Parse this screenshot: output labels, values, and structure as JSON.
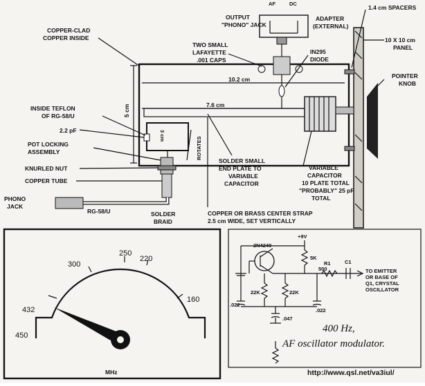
{
  "assembly": {
    "output_jack": [
      "OUTPUT",
      "\"PHONO\" JACK"
    ],
    "adapter": [
      "ADAPTER",
      "(EXTERNAL)"
    ],
    "af": "AF",
    "dc": "DC",
    "spacers": "1.4 cm SPACERS",
    "panel": [
      "10 X 10 cm",
      "PANEL"
    ],
    "copper_clad": [
      "COPPER-CLAD",
      "COPPER INSIDE"
    ],
    "caps": [
      "TWO SMALL",
      "LAFAYETTE",
      ".001 CAPS"
    ],
    "diode": [
      "IN295",
      "DIODE"
    ],
    "pointer_knob": [
      "POINTER",
      "KNOB"
    ],
    "dim_width": "10.2 cm",
    "dim_height": "5 cm",
    "dim_inner": "7.6 cm",
    "teflon": [
      "INSIDE TEFLON",
      "OF RG-58/U"
    ],
    "cap_22": "2.2 pF",
    "loop_dim": "3 cm",
    "rotates": "ROTATES",
    "pot_lock": [
      "POT LOCKING",
      "ASSEMBLY"
    ],
    "knurled": "KNURLED NUT",
    "copper_tube": "COPPER TUBE",
    "phono_jack": [
      "PHONO",
      "JACK"
    ],
    "rg58": "RG-58/U",
    "solder_braid": [
      "SOLDER",
      "BRAID"
    ],
    "solder_plate": [
      "SOLDER SMALL",
      "END PLATE TO",
      "VARIABLE",
      "CAPACITOR"
    ],
    "varcap": [
      "VARIABLE",
      "CAPACITOR",
      "10 PLATE TOTAL",
      "\"PROBABLY\" 25 pF",
      "TOTAL"
    ],
    "strap": [
      "COPPER OR BRASS CENTER STRAP",
      "2.5 cm WIDE, SET VERTICALLY"
    ]
  },
  "dial": {
    "ticks": [
      "450",
      "432",
      "300",
      "250",
      "220",
      "160"
    ],
    "unit": "MHz"
  },
  "oscillator": {
    "vcc": "+9V",
    "transistor": "2N4249",
    "r_5k": "5K",
    "r1": "R1",
    "r_500": "500",
    "c1": "C1",
    "r_22k_a": "22K",
    "r_22k_b": "22K",
    "c_022_a": ".022",
    "c_022_b": ".022",
    "c_047": ".047",
    "output_note": [
      "TO EMITTER",
      "OR BASE OF",
      "Q1, CRYSTAL",
      "OSCILLATOR"
    ]
  },
  "caption": [
    "400 Hz,",
    "AF oscillator modulator."
  ],
  "url": "http://www.qsl.net/va3iul/"
}
